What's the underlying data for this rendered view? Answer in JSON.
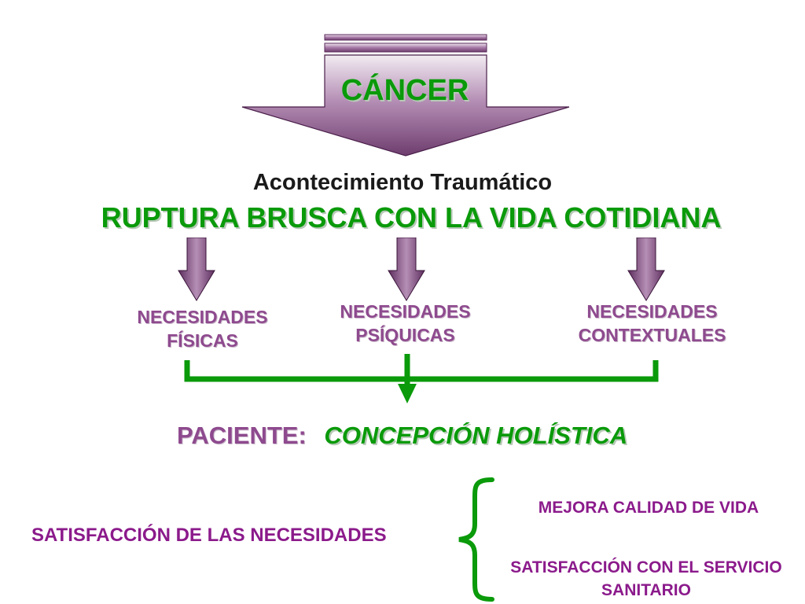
{
  "main": {
    "top_label": "CÁNCER",
    "subtitle": "Acontecimiento Traumático",
    "headline": "RUPTURA BRUSCA CON LA VIDA COTIDIANA",
    "needs": [
      {
        "line1": "NECESIDADES",
        "line2": "FÍSICAS"
      },
      {
        "line1": "NECESIDADES",
        "line2": "PSÍQUICAS"
      },
      {
        "line1": "NECESIDADES",
        "line2": "CONTEXTUALES"
      }
    ],
    "patient_label": "PACIENTE:",
    "patient_concept": "CONCEPCIÓN HOLÍSTICA",
    "satisfaction": "SATISFACCIÓN DE LAS NECESIDADES",
    "outcomes": [
      {
        "line1": "MEJORA CALIDAD DE VIDA"
      },
      {
        "line1": "SATISFACCIÓN CON EL SERVICIO",
        "line2": "SANITARIO"
      }
    ]
  },
  "colors": {
    "purple": "#8e4a8e",
    "dark_purple": "#6b2a6b",
    "green": "#0a9a0a"
  }
}
